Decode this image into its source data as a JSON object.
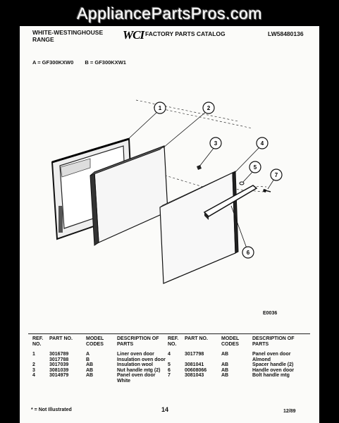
{
  "watermark": "AppliancePartsPros.com",
  "header": {
    "brand_line1": "WHITE-WESTINGHOUSE",
    "brand_line2": "RANGE",
    "logo": "WCI",
    "catalog_title": "FACTORY PARTS CATALOG",
    "doc_number": "LW58480136"
  },
  "models": {
    "a": "A = GF300KXW0",
    "b": "B = GF300KXW1"
  },
  "callouts": [
    "1",
    "2",
    "3",
    "4",
    "5",
    "6",
    "7"
  ],
  "figure_code": "E0036",
  "table": {
    "headers": {
      "ref": "REF. NO.",
      "part": "PART NO.",
      "model": "MODEL CODES",
      "desc": "DESCRIPTION OF PARTS"
    },
    "left": [
      {
        "ref": "1",
        "part": "3016789",
        "model": "A",
        "desc": "Liner oven door"
      },
      {
        "ref": "",
        "part": "3017788",
        "model": "B",
        "desc": "Insulation oven door"
      },
      {
        "ref": "2",
        "part": "3017039",
        "model": "AB",
        "desc": "Insulation wool"
      },
      {
        "ref": "3",
        "part": "3081039",
        "model": "AB",
        "desc": "Nut handle mtg (2)"
      },
      {
        "ref": "4",
        "part": "3014979",
        "model": "AB",
        "desc": "Panel oven door"
      },
      {
        "ref": "",
        "part": "",
        "model": "",
        "desc": "White"
      }
    ],
    "right": [
      {
        "ref": "4",
        "part": "3017798",
        "model": "AB",
        "desc": "Panel oven door"
      },
      {
        "ref": "",
        "part": "",
        "model": "",
        "desc": "Almond"
      },
      {
        "ref": "5",
        "part": "3081041",
        "model": "AB",
        "desc": "Spacer handle (2)"
      },
      {
        "ref": "6",
        "part": "00608066",
        "model": "AB",
        "desc": "Handle oven door"
      },
      {
        "ref": "7",
        "part": "3081043",
        "model": "AB",
        "desc": "Bolt handle mtg"
      }
    ]
  },
  "footer": {
    "note": "* = Not Illustrated",
    "page": "14",
    "date": "12/89"
  }
}
